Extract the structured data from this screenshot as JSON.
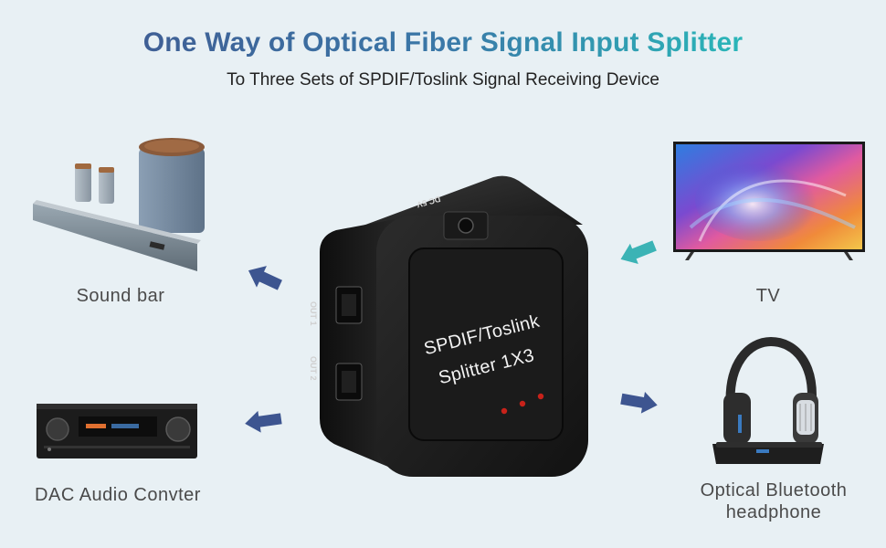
{
  "header": {
    "title": "One Way of Optical Fiber Signal Input Splitter",
    "subtitle": "To Three Sets of SPDIF/Toslink Signal Receiving Device"
  },
  "devices": {
    "sound_bar": "Sound bar",
    "tv": "TV",
    "dac": "DAC Audio Convter",
    "headphone_line1": "Optical Bluetooth",
    "headphone_line2": "headphone"
  },
  "splitter": {
    "face_line1": "SPDIF/Toslink",
    "face_line2": "Splitter 1X3",
    "port_dc": "DC 5V",
    "port_out1": "OUT 1",
    "port_out2": "OUT 2"
  },
  "colors": {
    "background": "#e8f0f4",
    "arrow_blue": "#3d5590",
    "arrow_teal": "#3bb3b5",
    "title_start": "#3f5f95",
    "title_end": "#2ab6b8"
  },
  "icons": [
    "sound-bar-image",
    "tv-image",
    "dac-receiver-image",
    "headphone-image",
    "splitter-device-image",
    "arrow-icon"
  ]
}
